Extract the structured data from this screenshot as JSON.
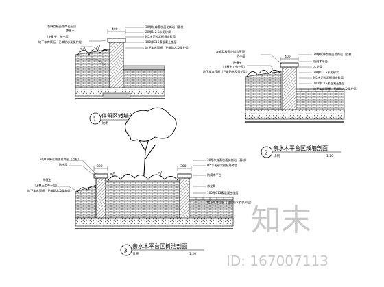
{
  "sections": [
    {
      "number": "1",
      "title": "停留区矮墙剖面",
      "scale_label": "比例",
      "scale_value": "1:20",
      "dimension": "400",
      "labels_left": [
        "灰麻荔枝面花岗岩压顶",
        "种植土",
        "（上覆土工布一层）",
        "地下车库顶板（已做防水及保护层）"
      ],
      "labels_right": [
        "30厚灰麻荔枝面花岗岩（荔枝）",
        "20厚1:2.5水泥砂浆",
        "M5水泥砂浆砌标准砖墙",
        "100厚C15素混凝土垫层",
        "地下车库顶板（已做防水及保护层）"
      ]
    },
    {
      "number": "2",
      "title": "亲水木平台区矮墙剖面",
      "scale_label": "比例",
      "scale_value": "1:20",
      "dimension": "400",
      "labels_left": [
        "灰麻荔枝面花岗岩压顶",
        "防水层",
        "种植土",
        "（上覆土工布一层）",
        "地下车库顶板（已做防水及保护层）"
      ],
      "labels_right": [
        "30厚灰麻荔枝面花岗岩（荔枝）",
        "防腐木平台",
        "木龙骨",
        "20厚1:2.5水泥砂浆",
        "M5水泥砂浆砌标准砖墙",
        "100厚C15素混凝土垫层",
        "地下车库顶板（已做防水及保护层）"
      ]
    },
    {
      "number": "3",
      "title": "亲水木平台区树池剖面",
      "scale_label": "比例",
      "scale_value": "1:20",
      "dimension": "300",
      "labels_left": [
        "30厚灰麻荔枝面花岗岩（荔枝）",
        "防水层",
        "种植土",
        "（上覆土工布一层）",
        "地下车库顶板（已做防水及保护层）"
      ],
      "labels_right": [
        "30厚灰麻荔枝面花岗岩（荔枝）",
        "M5水泥砂浆砌标准砖墙",
        "防腐木平台",
        "木龙骨",
        "100厚C15素混凝土垫层",
        "地下车库顶板（已做防水及保护层）"
      ]
    }
  ],
  "watermark": {
    "brand": "知末",
    "id_text": "ID: 167007113"
  }
}
